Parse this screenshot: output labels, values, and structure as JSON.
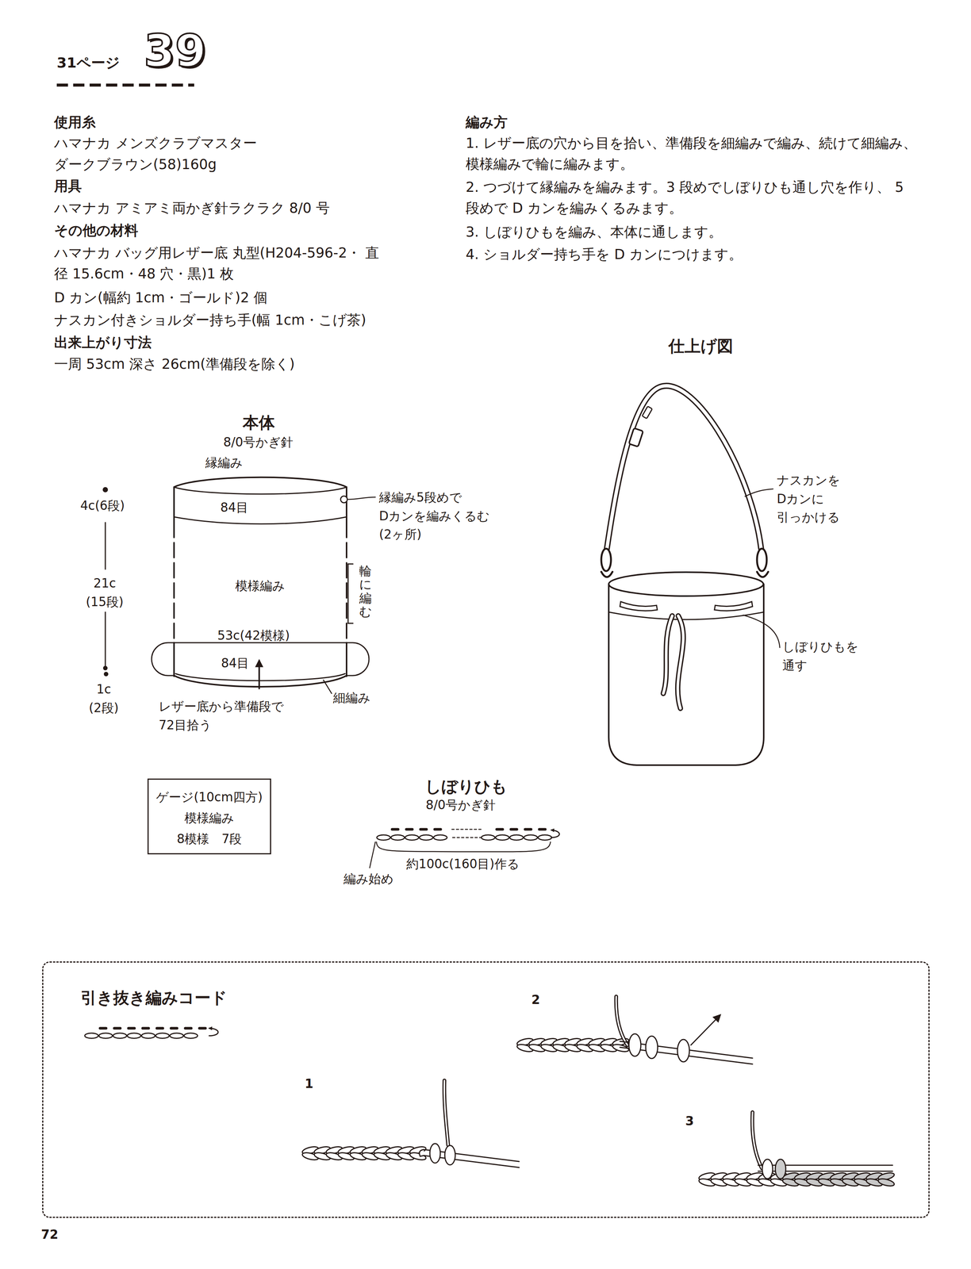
{
  "diagram": {
    "title": "39",
    "nodes": [
      {
        "text": [
          "ゲージ(10cm四方)",
          "模様編み",
          "8模様　7段"
        ]
      },
      {
        "text": [
          "引き抜き編みコード",
          "1",
          "2",
          "3"
        ]
      }
    ],
    "labels": [
      "31ページ",
      "使用糸",
      "ハマナカ メンズクラブマスター",
      "ダークブラウン(58)160g",
      "用具",
      "ハマナカ アミアミ両かぎ針ラクラク 8/0 号",
      "その他の材料",
      "ハマナカ バッグ用レザー底 丸型(H204-596-2・ 直径 15.6cm・48 穴・黒)1 枚",
      "D カン(幅約 1cm・ゴールド)2 個",
      "ナスカン付きショルダー持ち手(幅 1cm・こげ茶)",
      "出来上がり寸法",
      "一周 53cm 深さ 26cm(準備段を除く)",
      "編み方",
      "1. レザー底の穴から目を拾い、準備段を細編みで編み、続けて細編み、 模様編みで輪に編みます。",
      "2. つづけて縁編みを編みます。3 段めでしぼりひも通し穴を作り、 5 段めで D カンを編みくるみます。",
      "3. しぼりひもを編み、本体に通します。",
      "4. ショルダー持ち手を D カンにつけます。",
      "仕上げ図",
      "ナスカンを Dカンに 引っかける",
      "しぼりひもを 通す",
      "本体",
      "8/0号かぎ針",
      "縁編み",
      "4c(6段)",
      "84目",
      "21c (15段)",
      "模様編み",
      "輪に編む",
      "縁編み5段めで Dカンを編みくるむ (2ヶ所)",
      "53c(42模様)",
      "84目",
      "1c (2段)",
      "レザー底から準備段で 72目拾う",
      "細編み",
      "しぼりひも",
      "8/0号かぎ針",
      "約100c(160目)作る",
      "編み始め",
      "72"
    ]
  }
}
